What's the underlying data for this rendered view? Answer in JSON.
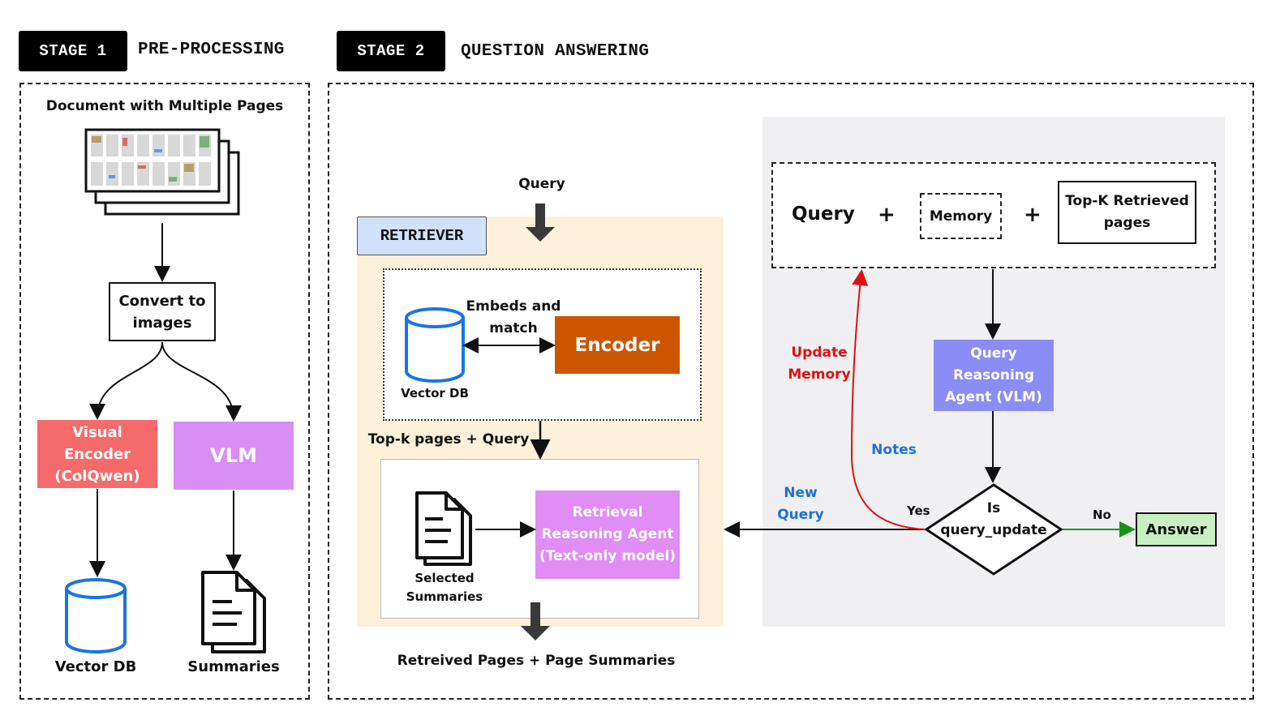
{
  "stage1": {
    "tag": "STAGE 1",
    "title": "PRE-PROCESSING",
    "document_label": "Document with Multiple Pages",
    "convert_label": "Convert to images",
    "visual_encoder_label": "Visual Encoder (ColQwen)",
    "vlm_label": "VLM",
    "vector_db_label": "Vector DB",
    "summaries_label": "Summaries"
  },
  "stage2": {
    "tag": "STAGE 2",
    "title": "QUESTION ANSWERING",
    "query_label": "Query",
    "retriever_label": "RETRIEVER",
    "embeds_label": "Embeds and match",
    "encoder_label": "Encoder",
    "vector_db_label": "Vector DB",
    "topk_query_label": "Top-k pages + Query",
    "selected_summaries_label": "Selected Summaries",
    "retrieval_agent_label": "Retrieval Reasoning Agent (Text-only model)",
    "output_label": "Retreived Pages + Page Summaries",
    "context_query_label": "Query",
    "plus_1": "+",
    "memory_label": "Memory",
    "plus_2": "+",
    "topk_retrieved_label": "Top-K Retrieved pages",
    "query_agent_label": "Query Reasoning Agent (VLM)",
    "update_memory_label": "Update Memory",
    "notes_label": "Notes",
    "new_query_label": "New Query",
    "decision_label": "Is query_update",
    "yes_label": "Yes",
    "no_label": "No",
    "answer_label": "Answer"
  },
  "colors": {
    "visual_encoder": "#f56b6b",
    "vlm": "#d98ef5",
    "encoder": "#cc5500",
    "retrieval_agent": "#e08df5",
    "query_agent": "#8a8df5",
    "answer": "#c8f0c4",
    "retriever_panel": "#fdf1da",
    "retriever_tag": "#cfe2fa",
    "qa_panel": "#f0f0f2",
    "update_arrow": "#dd1111",
    "blue_text": "#1f6fd6",
    "no_arrow": "#179417"
  }
}
